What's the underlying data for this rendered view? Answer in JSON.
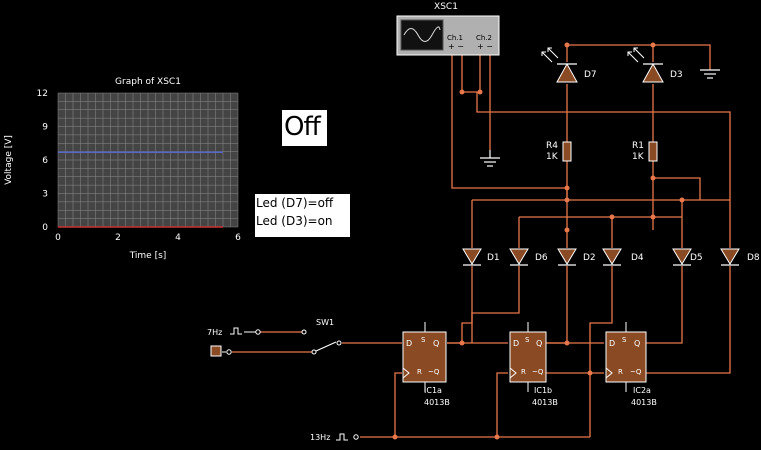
{
  "colors": {
    "background": "#000000",
    "wire": "#e8774a",
    "component": "#ffffff",
    "chip_fill": "#8a4a24",
    "led_fill": "#8a4a24",
    "graph_bg": "#444444",
    "graph_grid": "#8a8a8a",
    "trace_ch1": "#5a6dd8",
    "trace_ch2": "#cc3333"
  },
  "graph": {
    "title": "Graph of XSC1",
    "ylabel": "Voltage [V]",
    "xlabel": "Time [s]"
  },
  "chart_data": {
    "type": "line",
    "title": "Graph of XSC1",
    "xlabel": "Time [s]",
    "ylabel": "Voltage [V]",
    "xlim": [
      0,
      6
    ],
    "ylim": [
      0,
      12
    ],
    "xticks": [
      "0",
      "2",
      "4",
      "6"
    ],
    "yticks": [
      "0",
      "3",
      "6",
      "9",
      "12"
    ],
    "grid": true,
    "series": [
      {
        "color": "#5a6dd8",
        "x": [
          0,
          5.5
        ],
        "y": [
          6.7,
          6.7
        ]
      },
      {
        "color": "#cc3333",
        "x": [
          0,
          5.5
        ],
        "y": [
          0,
          0
        ]
      }
    ]
  },
  "state_panel": {
    "text": "Off"
  },
  "status_panel": {
    "line1": "Led (D7)=off",
    "line2": "Led (D3)=on"
  },
  "scope": {
    "name": "XSC1",
    "ch1": "Ch.1",
    "ch2": "Ch.2",
    "ch1_polarity": "+ −",
    "ch2_polarity": "+ −"
  },
  "resistors": {
    "r4_name": "R4",
    "r4_value": "1K",
    "r1_name": "R1",
    "r1_value": "1K"
  },
  "leds": {
    "d7": "D7",
    "d3": "D3"
  },
  "diodes": [
    "D1",
    "D6",
    "D2",
    "D4",
    "D5",
    "D8"
  ],
  "sources": {
    "clk7": "7Hz",
    "clk13": "13Hz"
  },
  "switch": {
    "name": "SW1"
  },
  "chips": [
    {
      "name": "IC1a",
      "part": "4013B"
    },
    {
      "name": "IC1b",
      "part": "4013B"
    },
    {
      "name": "IC2a",
      "part": "4013B"
    }
  ],
  "ff_pins": {
    "d": "D",
    "s": "S",
    "q": "Q",
    "r": "R",
    "qn": "~Q"
  }
}
